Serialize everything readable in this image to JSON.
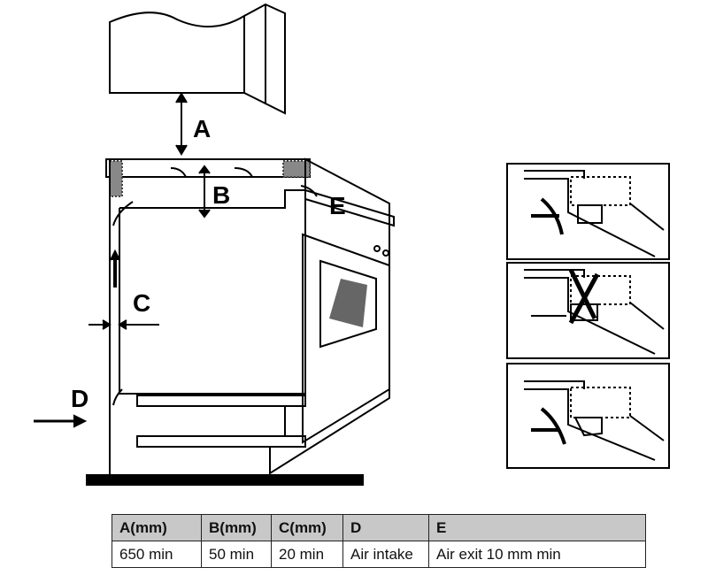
{
  "labels": {
    "a": "A",
    "b": "B",
    "c": "C",
    "d": "D",
    "e": "E"
  },
  "table": {
    "headers": [
      "A(mm)",
      "B(mm)",
      "C(mm)",
      "D",
      "E"
    ],
    "values": [
      "650 min",
      "50 min",
      "20 min",
      "Air intake",
      "Air exit 10 mm min"
    ]
  }
}
